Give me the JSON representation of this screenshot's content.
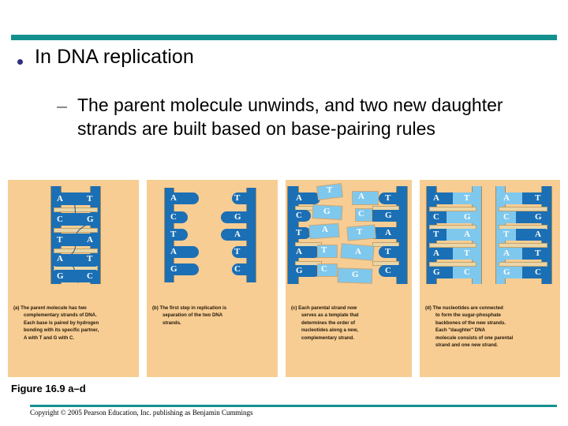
{
  "slide": {
    "bullet": "In DNA replication",
    "sub_bullet": "The parent molecule unwinds, and two new daughter strands are built based on base-pairing rules",
    "figure_label": "Figure 16.9 a–d",
    "copyright": "Copyright © 2005 Pearson Education, Inc. publishing as Benjamin Cummings"
  },
  "colors": {
    "accent_teal": "#14918F",
    "panel_background": "#F7CD93",
    "strand_dark_blue": "#1B6FB5",
    "strand_light_blue": "#7EC8EE",
    "rung_tan": "#EAD6A8",
    "bullet_dot": "#303080"
  },
  "figure": {
    "left_strand_bases": [
      "A",
      "C",
      "T",
      "A",
      "G"
    ],
    "right_strand_bases": [
      "T",
      "G",
      "A",
      "T",
      "C"
    ],
    "base_pairs": [
      {
        "left": "A",
        "right": "T"
      },
      {
        "left": "C",
        "right": "G"
      },
      {
        "left": "T",
        "right": "A"
      },
      {
        "left": "A",
        "right": "T"
      },
      {
        "left": "G",
        "right": "C"
      }
    ],
    "free_nucleotides_panel_c": [
      "T",
      "G",
      "A",
      "T",
      "C",
      "A",
      "C",
      "T",
      "A",
      "G"
    ],
    "panels": [
      {
        "id": "a",
        "caption_lines": [
          "(a) The parent molecule has two",
          "complementary strands of DNA.",
          "Each base is paired by hydrogen",
          "bonding with its specific partner,",
          "A with T and G with C."
        ]
      },
      {
        "id": "b",
        "caption_lines": [
          "(b) The first step in replication is",
          "separation of the two DNA",
          "strands."
        ]
      },
      {
        "id": "c",
        "caption_lines": [
          "(c) Each parental strand now",
          "serves as a template that",
          "determines the order of",
          "nucleotides along a new,",
          "complementary strand."
        ]
      },
      {
        "id": "d",
        "caption_lines": [
          "(d) The nucleotides are connected",
          "to form the sugar-phosphate",
          "backbones of the new strands.",
          "Each \"daughter\" DNA",
          "molecule consists of one parental",
          "strand and one new strand."
        ]
      }
    ]
  }
}
